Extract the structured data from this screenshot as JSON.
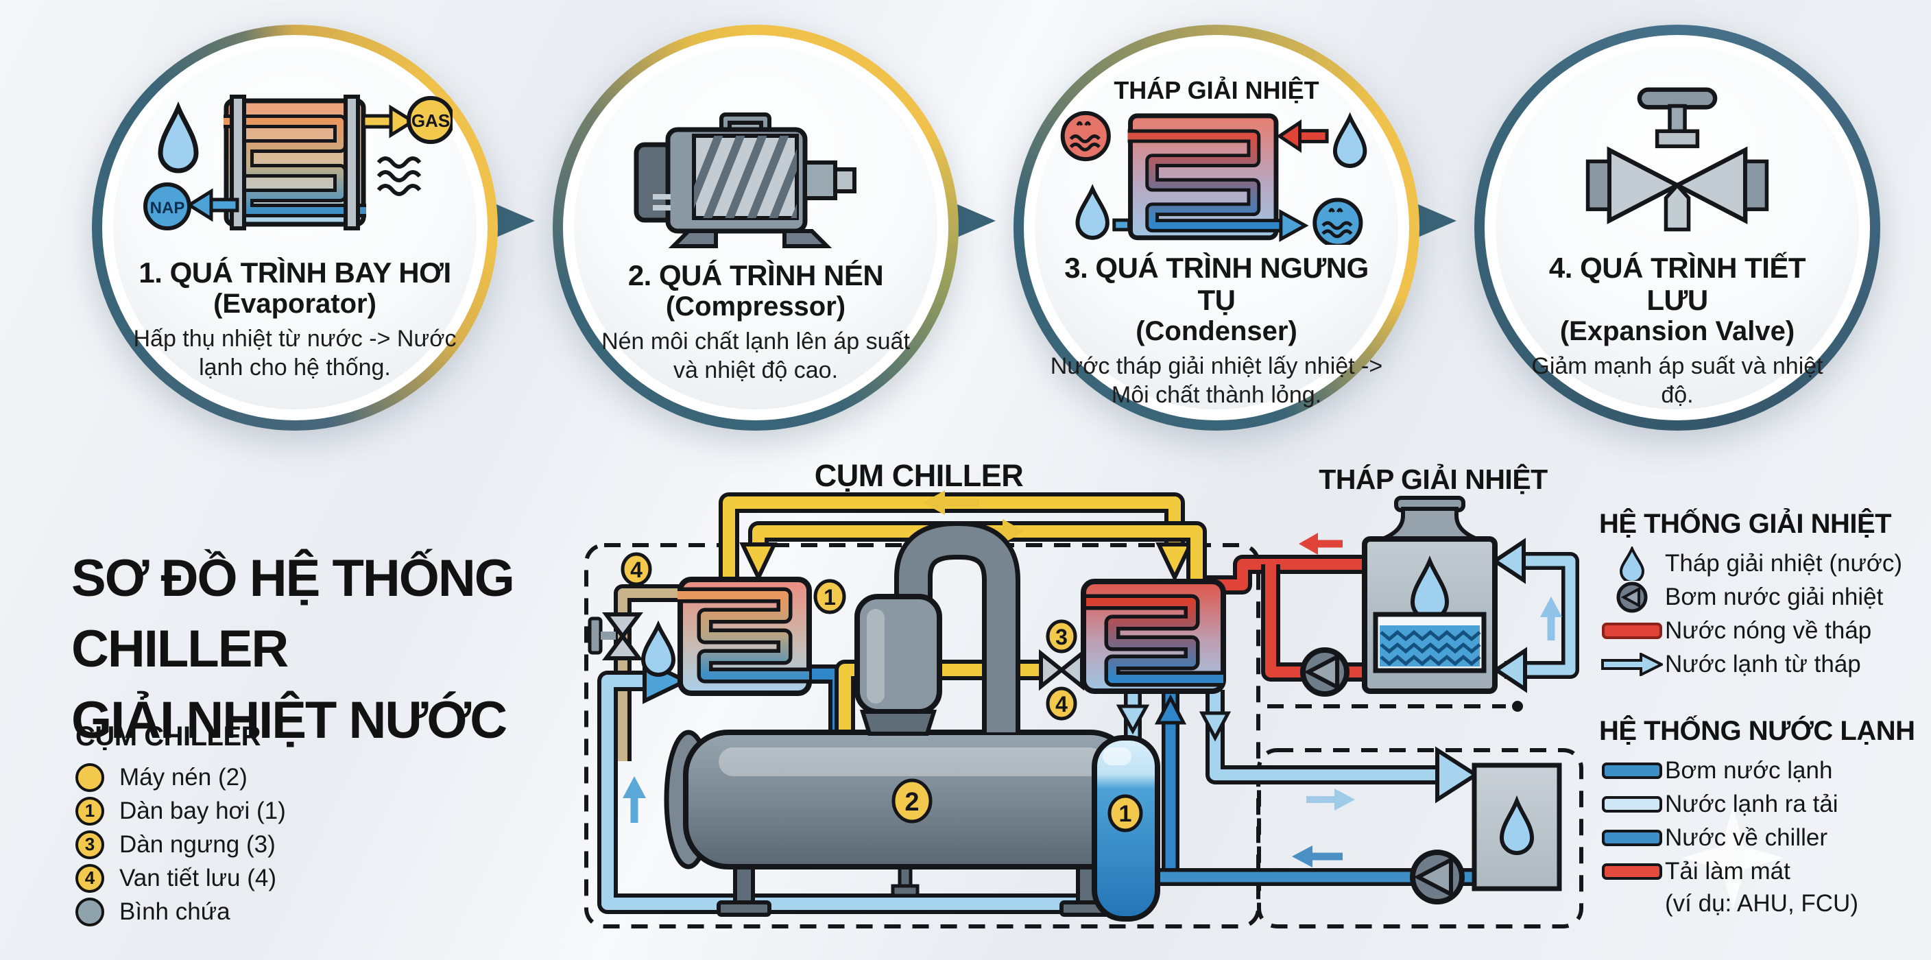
{
  "process_steps": [
    {
      "title": "1. QUÁ TRÌNH BAY HƠI",
      "subtitle": "(Evaporator)",
      "description": "Hấp thụ nhiệt từ nước -> Nước lạnh cho hệ thống.",
      "icon": "evaporator-heat-exchanger",
      "gas_label": "GAS",
      "nap_label": "NAP"
    },
    {
      "title": "2. QUÁ TRÌNH NÉN",
      "subtitle": "(Compressor)",
      "description": "Nén môi chất lạnh lên áp suất và nhiệt độ cao.",
      "icon": "screw-compressor"
    },
    {
      "label_above": "THÁP GIẢI NHIỆT",
      "title": "3. QUÁ TRÌNH NGƯNG TỤ",
      "subtitle": "(Condenser)",
      "description": "Nước tháp giải nhiệt lấy nhiệt -> Môi chất thành lỏng.",
      "icon": "condenser-heat-exchanger"
    },
    {
      "title": "4. QUÁ TRÌNH TIẾT LƯU",
      "subtitle": "(Expansion Valve)",
      "description": "Giảm mạnh áp suất và nhiệt độ.",
      "icon": "expansion-valve"
    }
  ],
  "main_title": {
    "line1": "SƠ ĐỒ HỆ THỐNG",
    "line2": "CHILLER",
    "line3": "GIẢI NHIỆT NƯỚC"
  },
  "chiller_legend": {
    "title": "CỤM CHILLER",
    "items": [
      {
        "badge": "",
        "badge_color": "#F2C94C",
        "label": "Máy nén (2)"
      },
      {
        "badge": "1",
        "badge_color": "#F2C94C",
        "label": "Dàn bay hơi (1)"
      },
      {
        "badge": "3",
        "badge_color": "#F2C94C",
        "label": "Dàn ngưng (3)"
      },
      {
        "badge": "4",
        "badge_color": "#F2C94C",
        "label": "Van tiết lưu (4)"
      },
      {
        "badge": "",
        "badge_color": "#8FA3AD",
        "label": "Bình chứa"
      }
    ]
  },
  "diagram": {
    "chiller_box_label": "CỤM CHILLER",
    "tower_label": "THÁP GIẢI NHIỆT",
    "badge_expansion_left": "4",
    "badge_evaporator": "1",
    "badge_compressor": "2",
    "badge_condenser": "3",
    "badge_expansion_right": "4",
    "badge_tank": "1"
  },
  "cooling_legend": {
    "title": "HỆ THỐNG GIẢI NHIỆT",
    "items": [
      {
        "icon": "water-drop-icon",
        "label": "Tháp giải nhiệt (nước)"
      },
      {
        "icon": "pump-icon",
        "label": "Bơm nước giải nhiệt"
      },
      {
        "icon": "red-pipe-swatch",
        "label": "Nước nóng về tháp"
      },
      {
        "icon": "light-blue-arrow-swatch",
        "label": "Nước lạnh từ tháp"
      }
    ]
  },
  "chilled_legend": {
    "title": "HỆ THỐNG NƯỚC LẠNH",
    "items": [
      {
        "icon": "blue-pipe-swatch",
        "label": "Bơm nước lạnh"
      },
      {
        "icon": "pale-blue-pipe-swatch",
        "label": "Nước lạnh ra tải"
      },
      {
        "icon": "blue-pipe-swatch",
        "label": "Nước về chiller"
      },
      {
        "icon": "red-pipe-swatch",
        "label": "Tải làm mát"
      }
    ],
    "note": "(ví dụ: AHU, FCU)"
  },
  "colors": {
    "accent_yellow": "#F2C94C",
    "steel_blue": "#3A6478",
    "pipe_red": "#E04438",
    "pipe_blue": "#2F86C8",
    "pipe_light_blue": "#A6D3EE",
    "machine_gray": "#76858F",
    "background": "#EDF0F4"
  }
}
